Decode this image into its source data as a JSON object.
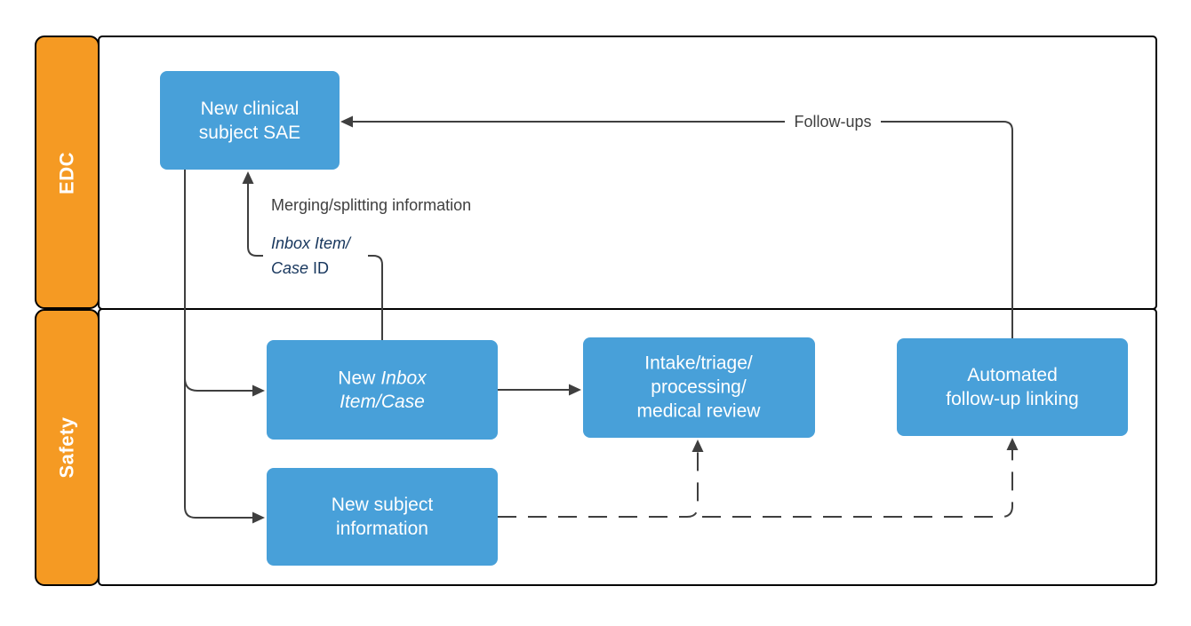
{
  "colors": {
    "background": "#FFFFFF",
    "lane_fill": "#F59A23",
    "node_fill": "#48A0D9",
    "node_text": "#FFFFFF",
    "connector": "#3F3F3F",
    "border": "#000000",
    "annotation_gray": "#3F3F3F",
    "annotation_navy": "#17365D"
  },
  "lanes": [
    {
      "label": "EDC"
    },
    {
      "label": "Safety"
    }
  ],
  "nodes": {
    "sae": {
      "line1": "New clinical",
      "line2": "subject SAE"
    },
    "inbox": {
      "line1_regular": "New",
      "line1_italic": "Inbox",
      "line2_italic": "Item/Case"
    },
    "intake": {
      "line1": "Intake/triage/",
      "line2": "processing/",
      "line3": "medical review"
    },
    "automated": {
      "line1": "Automated",
      "line2": "follow-up linking"
    },
    "subject": {
      "line1": "New subject",
      "line2": "information"
    }
  },
  "edges": {
    "followups_label": "Follow-ups",
    "merging_label": "Merging/splitting information",
    "caseid_line1_italic": "Inbox Item/",
    "caseid_line2_italic": "Case",
    "caseid_line2_regular": "ID"
  }
}
